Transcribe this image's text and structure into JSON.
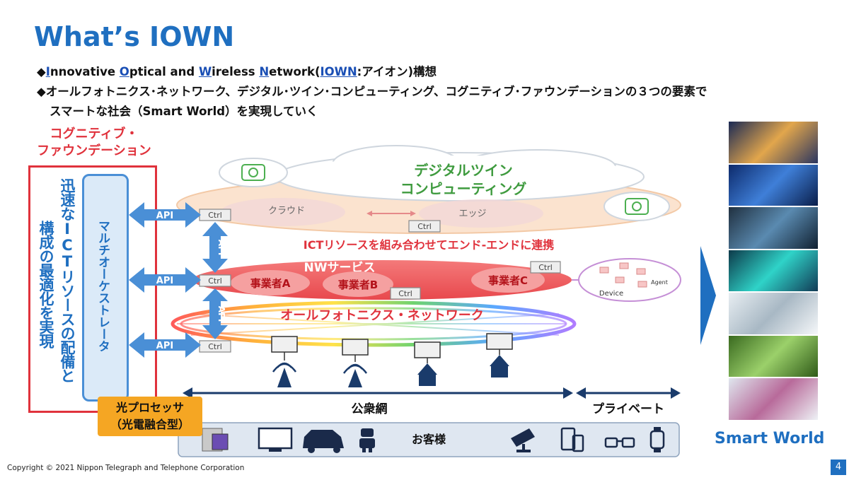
{
  "title": "What’s IOWN",
  "bullets": {
    "b1_prefix": "◆",
    "b1_letters": [
      "I",
      "O",
      "W",
      "N"
    ],
    "b1_parts": [
      "nnovative ",
      "ptical and ",
      "ireless ",
      "etwork("
    ],
    "b1_iown": "IOWN",
    "b1_suffix": ":アイオン)構想",
    "b2_line1": "◆オールフォトニクス･ネットワーク、デジタル･ツイン･コンピューティング、コグニティブ･ファウンデーションの３つの要素で",
    "b2_line2": "スマートな社会（Smart World）を実現していく"
  },
  "left": {
    "cog_line1": "コグニティブ・",
    "cog_line2": "ファウンデーション",
    "vert1": "迅速なICTリソースの配備と",
    "vert2": "構成の最適化を実現",
    "orchestrator": "マルチオーケストレータ"
  },
  "diagram": {
    "dtc_line1": "デジタルツイン",
    "dtc_line2": "コンピューティング",
    "cloud": "クラウド",
    "edge": "エッジ",
    "ctrl": "Ctrl",
    "api": "API",
    "ict_link": "ICTリソースを組み合わせてエンド-エンドに連携",
    "nw_service": "NWサービス",
    "operator_a": "事業者A",
    "operator_b": "事業者B",
    "operator_c": "事業者C",
    "device": "Device",
    "agent": "Agent",
    "apn": "オールフォトニクス・ネットワーク",
    "public_net": "公衆網",
    "private": "プライベート",
    "customers": "お客様"
  },
  "processor": {
    "line1": "光プロセッサ",
    "line2": "（光電融合型）"
  },
  "smart_world": "Smart World",
  "colors": {
    "brand": "#1f6fc0",
    "red": "#e0323c",
    "orange": "#f5a623"
  },
  "footer": {
    "copyright": "Copyright © 2021 Nippon Telegraph and Telephone Corporation",
    "page": "4"
  }
}
